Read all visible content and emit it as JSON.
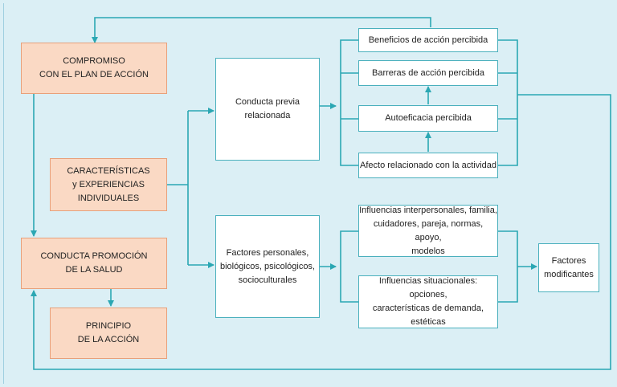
{
  "colors": {
    "background": "#dbeff5",
    "connector": "#2ba7b3",
    "peach_fill": "#fad9c4",
    "peach_border": "#e8a07a",
    "white_fill": "#ffffff"
  },
  "nodes": {
    "compromiso": "COMPROMISO\nCON EL PLAN DE ACCIÓN",
    "caracteristicas": "CARACTERÍSTICAS\ny EXPERIENCIAS\nINDIVIDUALES",
    "conducta_promocion": "CONDUCTA PROMOCIÓN\nDE LA SALUD",
    "principio": "PRINCIPIO\nDE LA ACCIÓN",
    "conducta_previa": "Conducta previa\nrelacionada",
    "factores_personales": "Factores personales,\nbiológicos, psicológicos,\nsocioculturales",
    "beneficios": "Beneficios de acción percibida",
    "barreras": "Barreras de acción percibida",
    "autoeficacia": "Autoeficacia percibida",
    "afecto": "Afecto relacionado con la actividad",
    "influencias_interpersonales": "Influencias interpersonales, familia,\ncuidadores, pareja, normas, apoyo,\nmodelos",
    "influencias_situacionales": "Influencias situacionales: opciones,\ncaracterísticas de demanda,\nestéticas",
    "factores_modificantes": "Factores\nmodificantes"
  }
}
